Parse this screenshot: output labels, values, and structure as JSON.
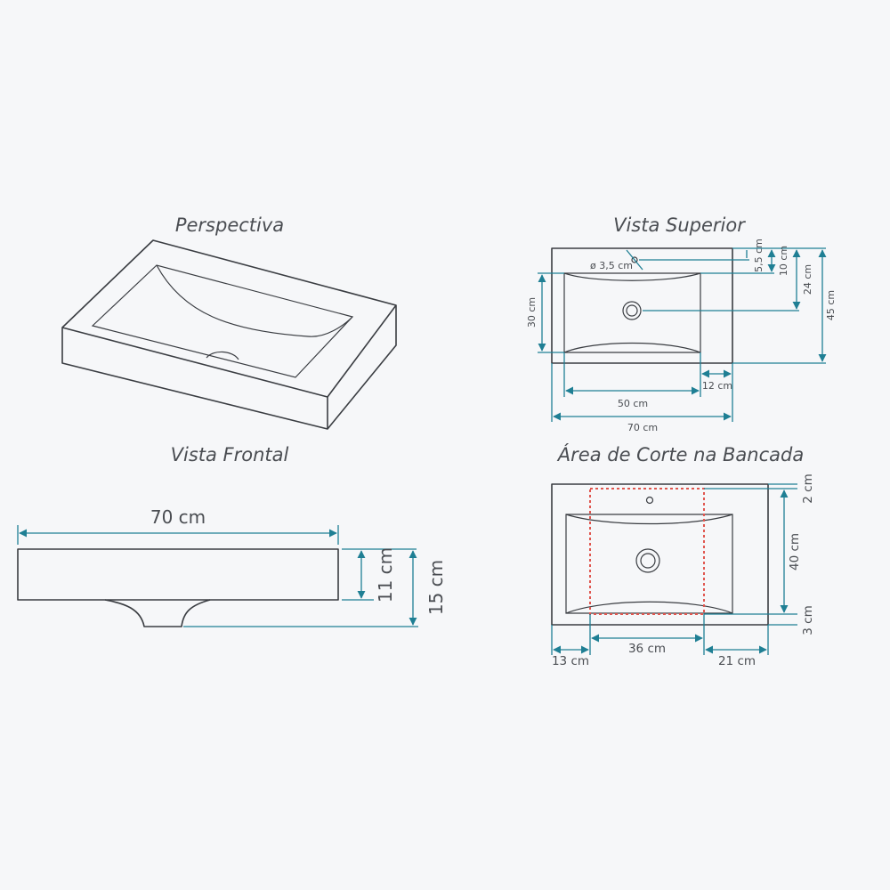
{
  "titles": {
    "perspective": "Perspectiva",
    "top_view": "Vista Superior",
    "front_view": "Vista Frontal",
    "cut_area": "Área de Corte na Bancada"
  },
  "front_view": {
    "width": "70 cm",
    "basin_height": "11 cm",
    "total_height": "15 cm"
  },
  "top_view": {
    "hole_diameter": "ø 3,5 cm",
    "hole_offset": "5,5 cm",
    "depth_10": "10 cm",
    "depth_24": "24 cm",
    "depth_45": "45 cm",
    "basin_depth": "30 cm",
    "right_margin": "12 cm",
    "basin_width": "50 cm",
    "total_width": "70 cm"
  },
  "cut_area": {
    "top_margin": "2 cm",
    "cut_depth": "40 cm",
    "bottom_margin": "3 cm",
    "left_margin": "13 cm",
    "cut_width": "36 cm",
    "right_margin": "21 cm"
  },
  "colors": {
    "line": "#3a3d42",
    "dimension": "#1f7f94",
    "cut_outline": "#e0564f",
    "background": "#f6f7f9"
  }
}
